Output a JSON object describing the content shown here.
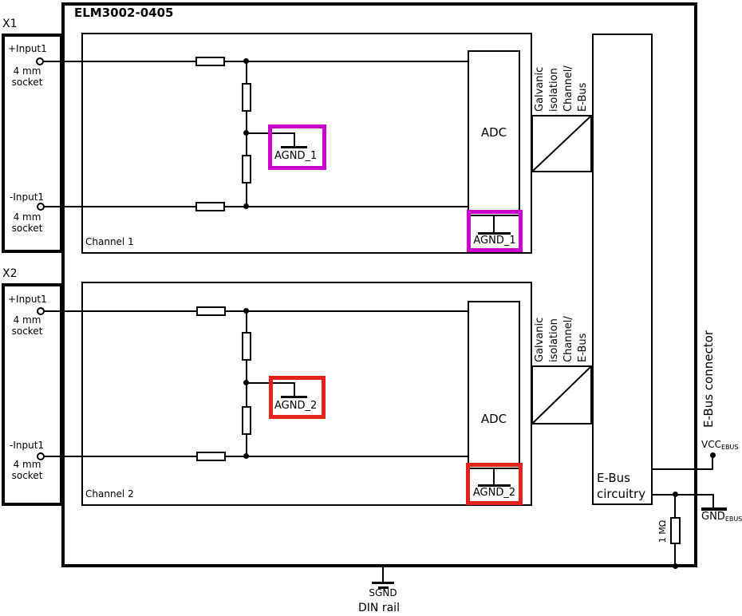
{
  "title": "ELM3002-0405",
  "colors": {
    "line": "#000000",
    "background": "#ffffff",
    "highlight_channel1": "#cc00cc",
    "highlight_channel2": "#e3231b"
  },
  "connectors": {
    "x1": {
      "label": "X1",
      "plus_input": "+Input1",
      "minus_input": "-Input1",
      "socket": "4 mm\nsocket"
    },
    "x2": {
      "label": "X2",
      "plus_input": "+Input1",
      "minus_input": "-Input1",
      "socket": "4 mm\nsocket"
    }
  },
  "channels": [
    {
      "label": "Channel 1",
      "adc_label": "ADC",
      "agnd_label": "AGND_1",
      "isolation_label": "Galvanic\nisolation\nChannel/\nE-Bus"
    },
    {
      "label": "Channel 2",
      "adc_label": "ADC",
      "agnd_label": "AGND_2",
      "isolation_label": "Galvanic\nisolation\nChannel/\nE-Bus"
    }
  ],
  "ebus": {
    "circuitry_label": "E-Bus\ncircuitry",
    "connector_label": "E-Bus connector",
    "vcc_label": "VCC",
    "vcc_subscript": "EBUS",
    "gnd_label": "GND",
    "gnd_subscript": "EBUS",
    "resistor_label": "1 MΩ"
  },
  "ground": {
    "sgnd_label": "SGND",
    "din_rail_label": "DIN rail"
  }
}
